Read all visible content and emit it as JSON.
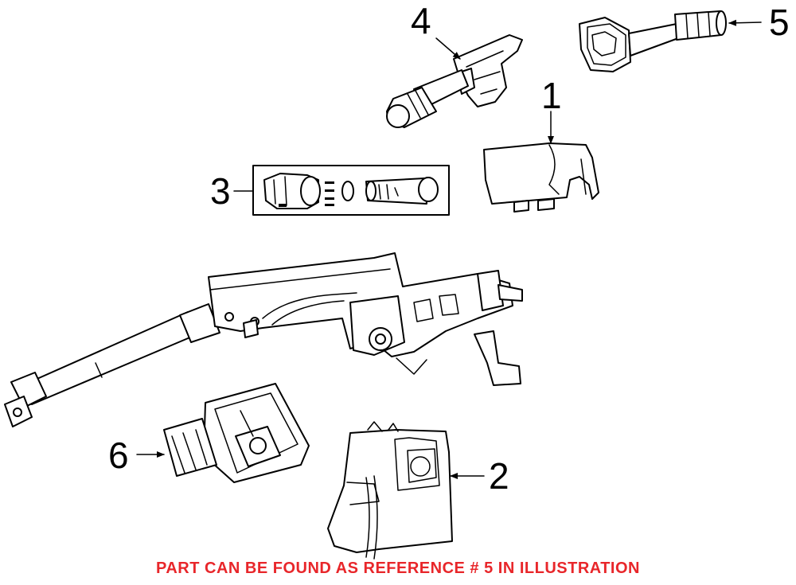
{
  "diagram": {
    "callouts": [
      {
        "ref": "1",
        "part": "upper-column-cover"
      },
      {
        "ref": "2",
        "part": "lower-column-cover"
      },
      {
        "ref": "3",
        "part": "ignition-lock-cylinder-kit"
      },
      {
        "ref": "4",
        "part": "turn-signal-switch"
      },
      {
        "ref": "5",
        "part": "wiper-switch"
      },
      {
        "ref": "6",
        "part": "ignition-switch"
      }
    ],
    "note": "PART CAN BE FOUND AS REFERENCE # 5 IN ILLUSTRATION",
    "note_color": "#e8262a"
  }
}
